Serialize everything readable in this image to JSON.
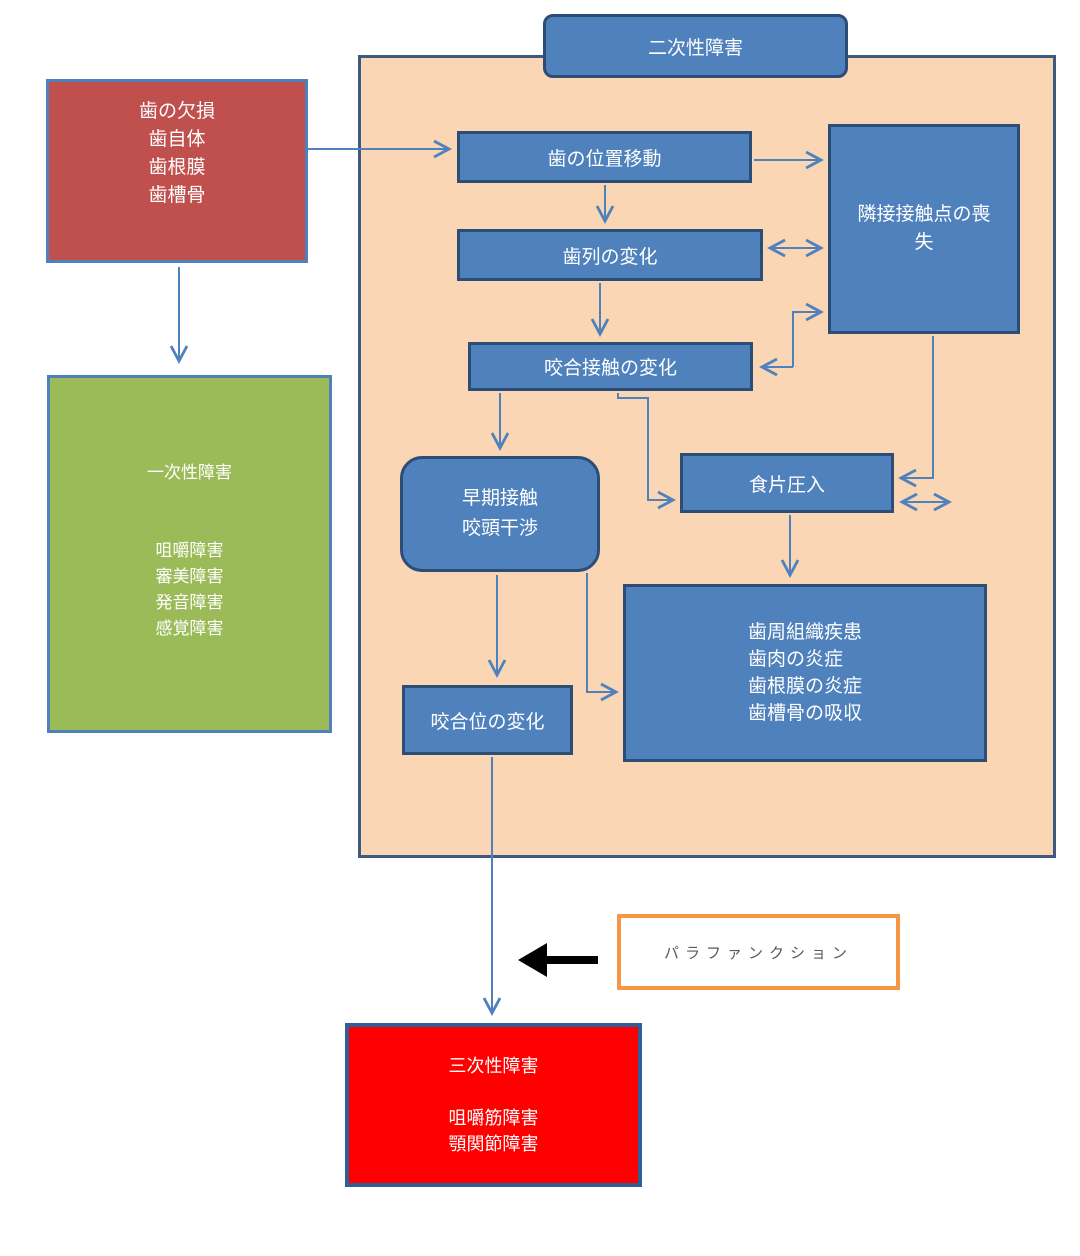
{
  "diagram": {
    "type": "flowchart",
    "language": "ja",
    "nodes": {
      "secondary_disorder": {
        "label": "二次性障害"
      },
      "tooth_defect": {
        "lines": [
          "歯の欠損",
          "歯自体",
          "歯根膜",
          "歯槽骨"
        ]
      },
      "primary_disorder": {
        "lines": [
          "一次性障害",
          "",
          "",
          "咀嚼障害",
          "審美障害",
          "発音障害",
          "感覚障害"
        ]
      },
      "tooth_position_movement": {
        "label": "歯の位置移動"
      },
      "dentition_change": {
        "label": "歯列の変化"
      },
      "occlusal_contact_change": {
        "label": "咬合接触の変化"
      },
      "adjacent_contact_point_loss": {
        "lines": [
          "隣接接触点の喪",
          "失"
        ]
      },
      "premature_contact": {
        "lines": [
          "早期接触",
          "咬頭干渉"
        ]
      },
      "food_impaction": {
        "label": "食片圧入"
      },
      "periodontal_tissue_disease": {
        "lines": [
          "歯周組織疾患",
          "歯肉の炎症",
          "歯根膜の炎症",
          "歯槽骨の吸収"
        ]
      },
      "occlusal_position_change": {
        "label": "咬合位の変化"
      },
      "parafunction": {
        "label": "パラファンクション"
      },
      "tertiary_disorder": {
        "lines": [
          "三次性障害",
          "",
          "咀嚼筋障害",
          "顎関節障害"
        ]
      }
    },
    "colors": {
      "node_blue_fill": "#4f81bd",
      "node_blue_border": "#2c4d75",
      "panel_fill": "#fbd6b4",
      "panel_border": "#3d5a80",
      "defect_red_fill": "#c0504d",
      "primary_green_fill": "#9bbb59",
      "steel_blue_border": "#4f81bd",
      "tertiary_red_fill": "#ff0000",
      "tertiary_border": "#2f5f96",
      "parafunction_border": "#f79646",
      "parafunction_text": "#595959",
      "connector_blue": "#4f81bd",
      "black_arrow": "#000000"
    }
  }
}
